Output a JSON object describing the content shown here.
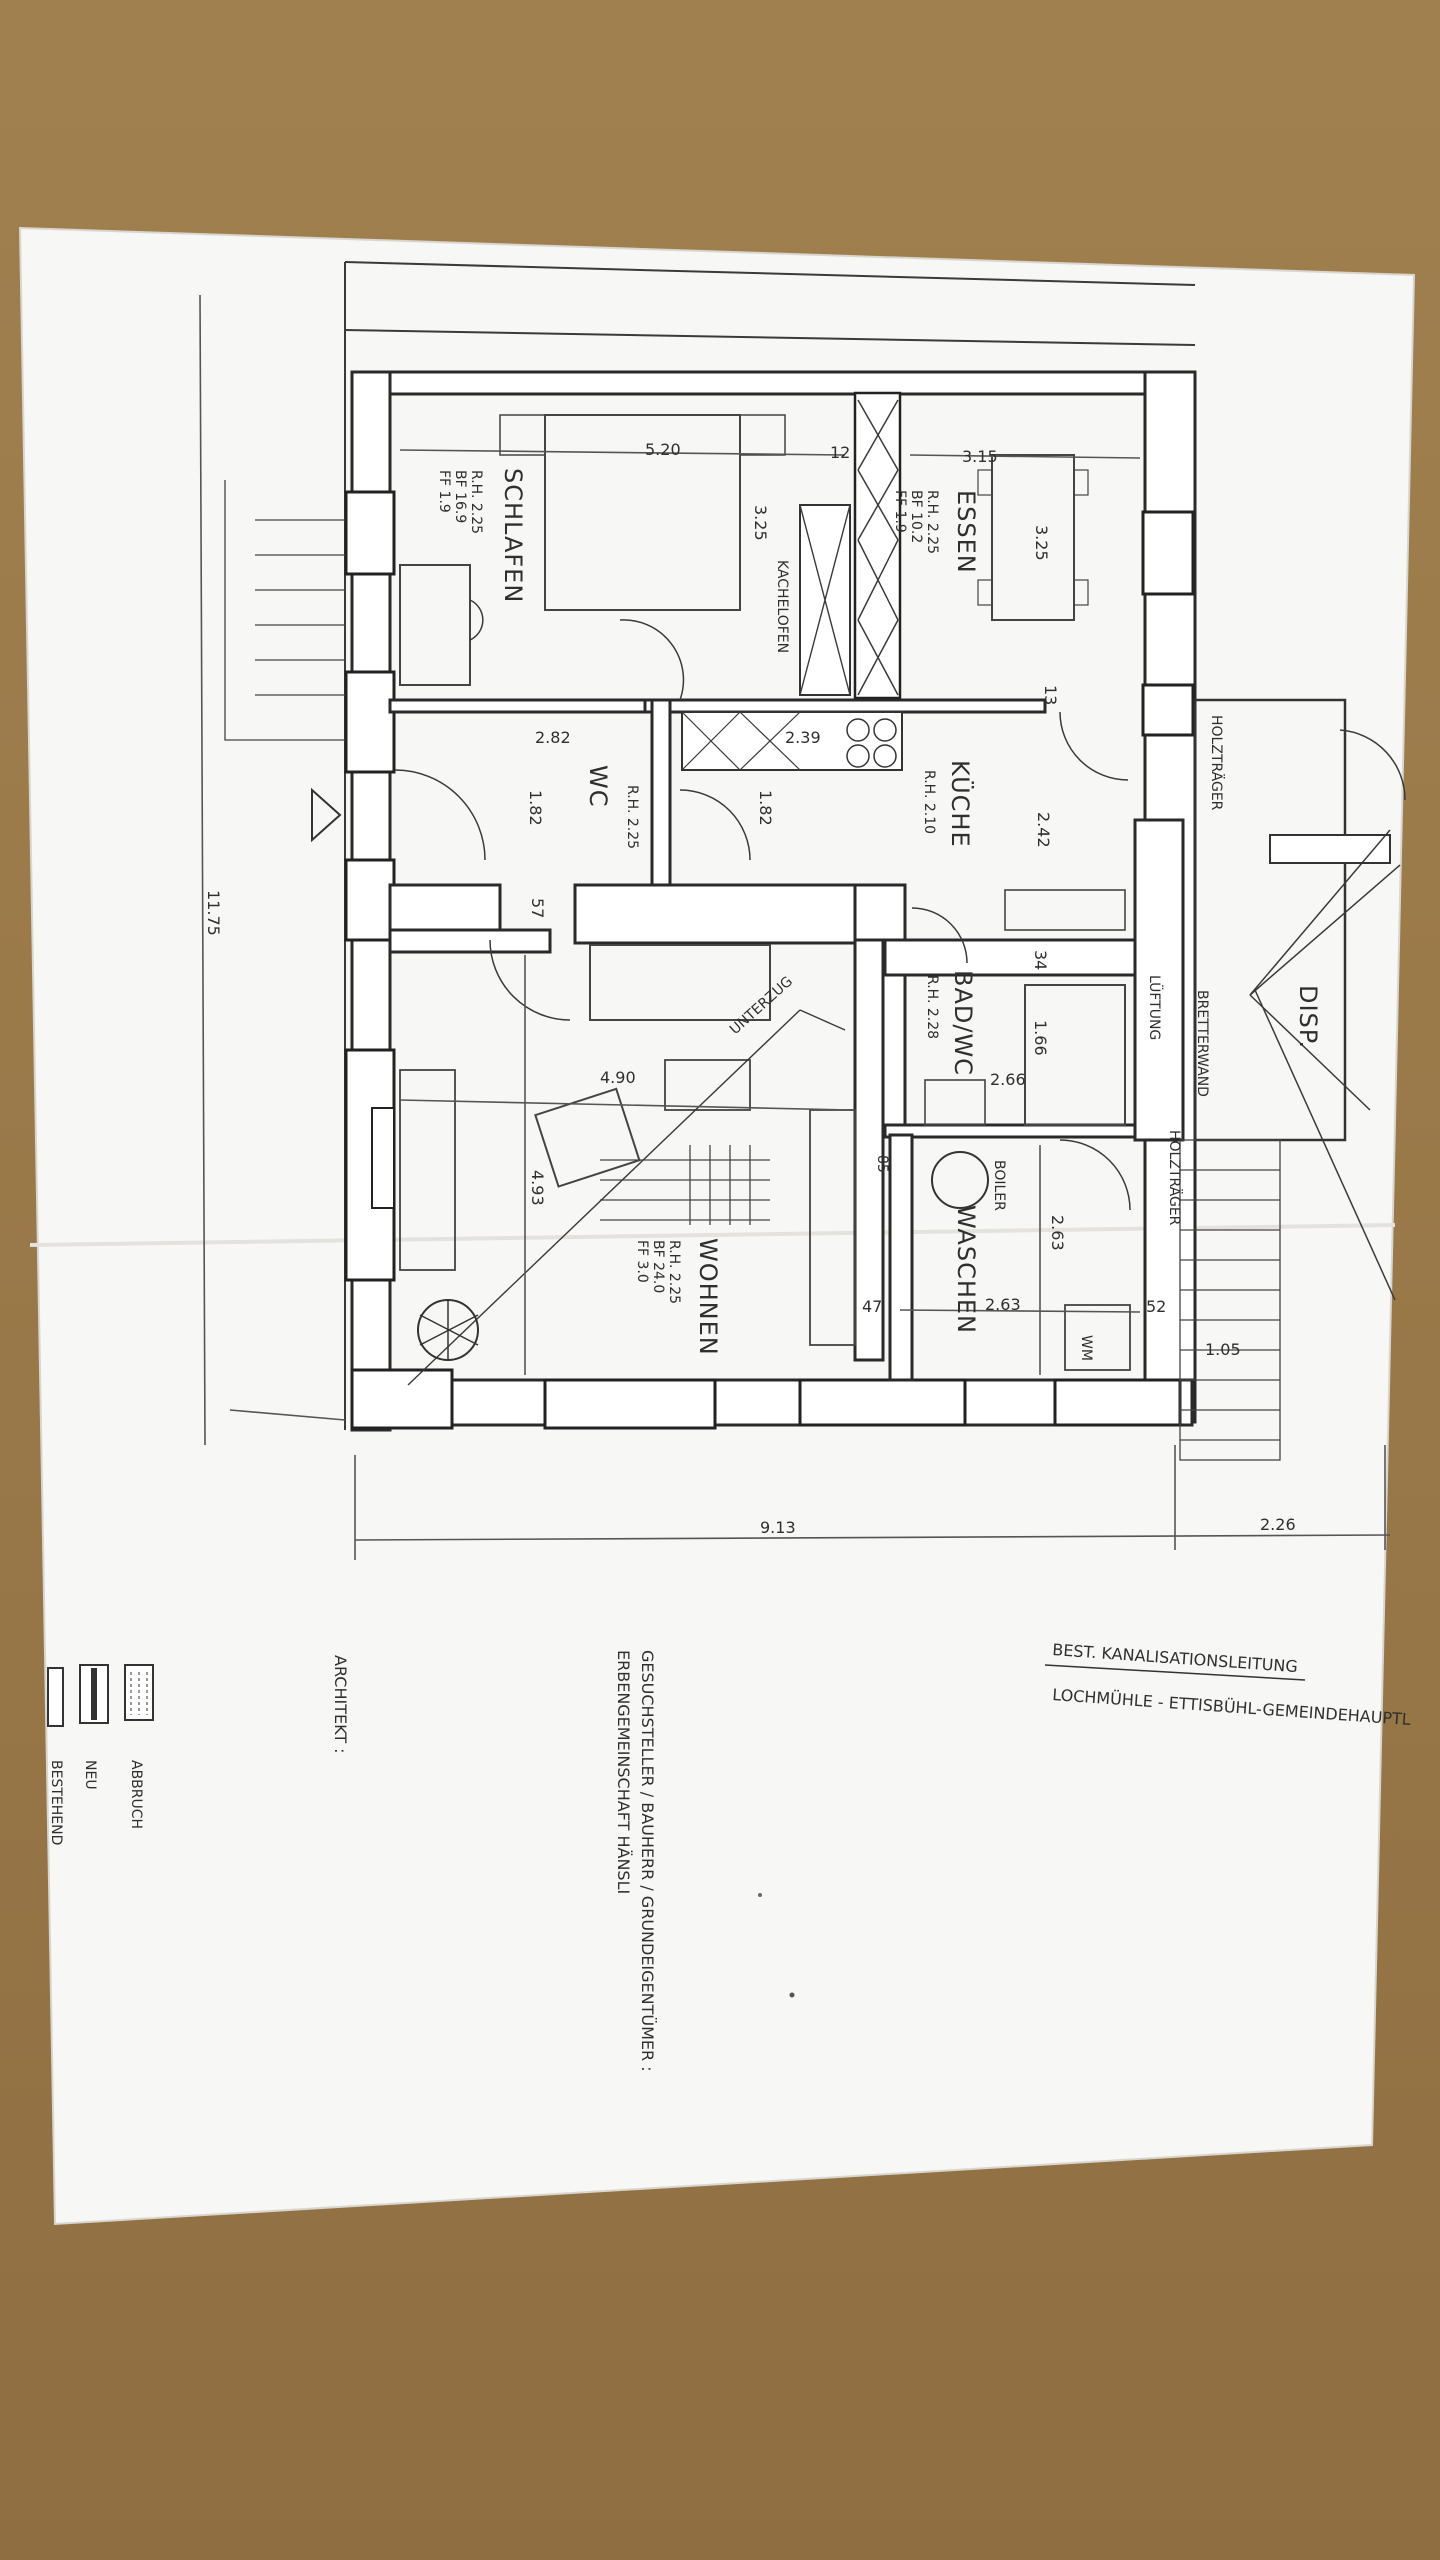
{
  "rooms": {
    "schlafen": "SCHLAFEN",
    "schlafen_info": [
      "R.H. 2.25",
      "BF 16.9",
      "FF 1.9"
    ],
    "essen": "ESSEN",
    "essen_info": [
      "R.H. 2.25",
      "BF 10.2",
      "FF 1.9"
    ],
    "wc": "WC",
    "wc_info": "R.H. 2.25",
    "kueche": "KÜCHE",
    "kueche_info": "R.H. 2.10",
    "bad": "BAD/WC",
    "bad_info": "R.H. 2.28",
    "wohnen": "WOHNEN",
    "wohnen_info": [
      "R.H. 2.25",
      "BF 24.0",
      "FF 3.0"
    ],
    "waschen": "WASCHEN",
    "disp": "DISP."
  },
  "dimensions": {
    "schlafen_w": "5.20",
    "schlafen_h": "3.25",
    "essen_w": "3.15",
    "essen_h": "3.25",
    "d12": "12",
    "d13": "13",
    "wc_w": "2.82",
    "wc_h": "1.82",
    "k_239": "2.39",
    "k_182": "1.82",
    "k_242": "2.42",
    "d34": "34",
    "d57": "57",
    "bad_166": "1.66",
    "bad_266": "2.66",
    "wohnen_w": "4.90",
    "wohnen_h": "4.93",
    "d85": "85",
    "d47": "47",
    "waschen_w": "2.63",
    "waschen_h": "2.63",
    "d52": "52",
    "d105": "1.05",
    "total_h": "11.75",
    "total_w": "9.13",
    "annex_w": "2.26"
  },
  "labels": {
    "kachelofen": "KACHELOFEN",
    "holztraeger": "HOLZTRÄGER",
    "holztraeger2": "HOLZTRÄGER",
    "bretterwand": "BRETTERWAND",
    "lueftung": "LÜFTUNG",
    "boiler": "BOILER",
    "unterzug": "UNTERZUG",
    "wm": "WM"
  },
  "titleblock": {
    "kanal_1": "BEST. KANALISATIONSLEITUNG",
    "kanal_2": "LOCHMÜHLE - ETTISBÜHL-GEMEINDEHAUPTL",
    "gesuchsteller": "GESUCHSTELLER / BAUHERR / GRUNDEIGENTÜMER :",
    "erben": "ERBENGEMEINSCHAFT HÄNSLI",
    "architekt": "ARCHITEKT :"
  },
  "legend": [
    {
      "label": "ABBRUCH"
    },
    {
      "label": "NEU"
    },
    {
      "label": "BESTEHEND"
    }
  ],
  "colors": {
    "background": "#9b7a4a",
    "paper": "#f8f8f6",
    "ink": "#2f2f2f"
  }
}
